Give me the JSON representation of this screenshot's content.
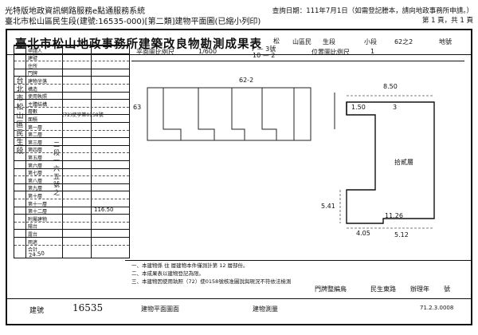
{
  "header": {
    "org": "光特版地政資訊網路服務e點通服務系統",
    "query": "臺北市松山區民生段(建號:16535-000)[第二類]建物平面圖(已縮小列印)",
    "date": "查詢日期：111年7月1日（如需登記謄本，請向地政事務所申請。）",
    "page": "第 1 頁，共 1 頁"
  },
  "title": {
    "main": "臺北市松山地政事務所建築改良物勘測成果表",
    "suffix": "松",
    "fields": [
      "山區民",
      "生段",
      "小段",
      "62之2",
      "地號"
    ]
  },
  "scale": {
    "label_scale": "平面圖比例尺",
    "value": "1/600",
    "label_location": "位置圖比例尺",
    "location_value": "1",
    "sheet_num": "7 — 3號",
    "sheet_den": "10 — 2"
  },
  "left_table": {
    "rows": [
      "申請人",
      "建號",
      "住所",
      "門牌",
      "建物坐落",
      "構造",
      "使用執照",
      "主體結構",
      "層數",
      "面積",
      "第一層",
      "第二層",
      "第三層",
      "第四層",
      "第五層",
      "第六層",
      "第七層",
      "第八層",
      "第九層",
      "第十層",
      "第十一層",
      "第十二層",
      "附屬建物",
      "陽台",
      "露台",
      "雨遮",
      "合計"
    ],
    "side_label": "台北市松山區民生段",
    "side_label2": "二段一六五號之",
    "number": "(72)使字第0158號",
    "area_total": "116.50",
    "stamp": "24.50"
  },
  "drawing": {
    "lot": "62-2",
    "dim_top": "8.50",
    "dim_mid_left": "1.50",
    "dim_mid_right": "3",
    "dim_left": "5.41",
    "dim_bottom": "11.26",
    "dim_bottom2": "4.05",
    "dim_bottom3": "5.12",
    "room": "拾貳層",
    "lot_mark": "63"
  },
  "notes": {
    "line1": "一、本建物係 住 層建物本件僅測計第 12 層部份。",
    "line2": "二、本成果表以建物登記為限。",
    "line3": "三、本建物因使用執照（72）使0158號核准圖說與現況不符依法檢測",
    "sign1": "門牌整編鳥",
    "sign2": "民生東路",
    "sign3": "辦理年",
    "sign4": "號",
    "doc_no": "71.2.3.0008"
  },
  "bottom": {
    "label": "建號",
    "number": "16535",
    "mid": "建物平面圖面",
    "right": "建物測量"
  }
}
